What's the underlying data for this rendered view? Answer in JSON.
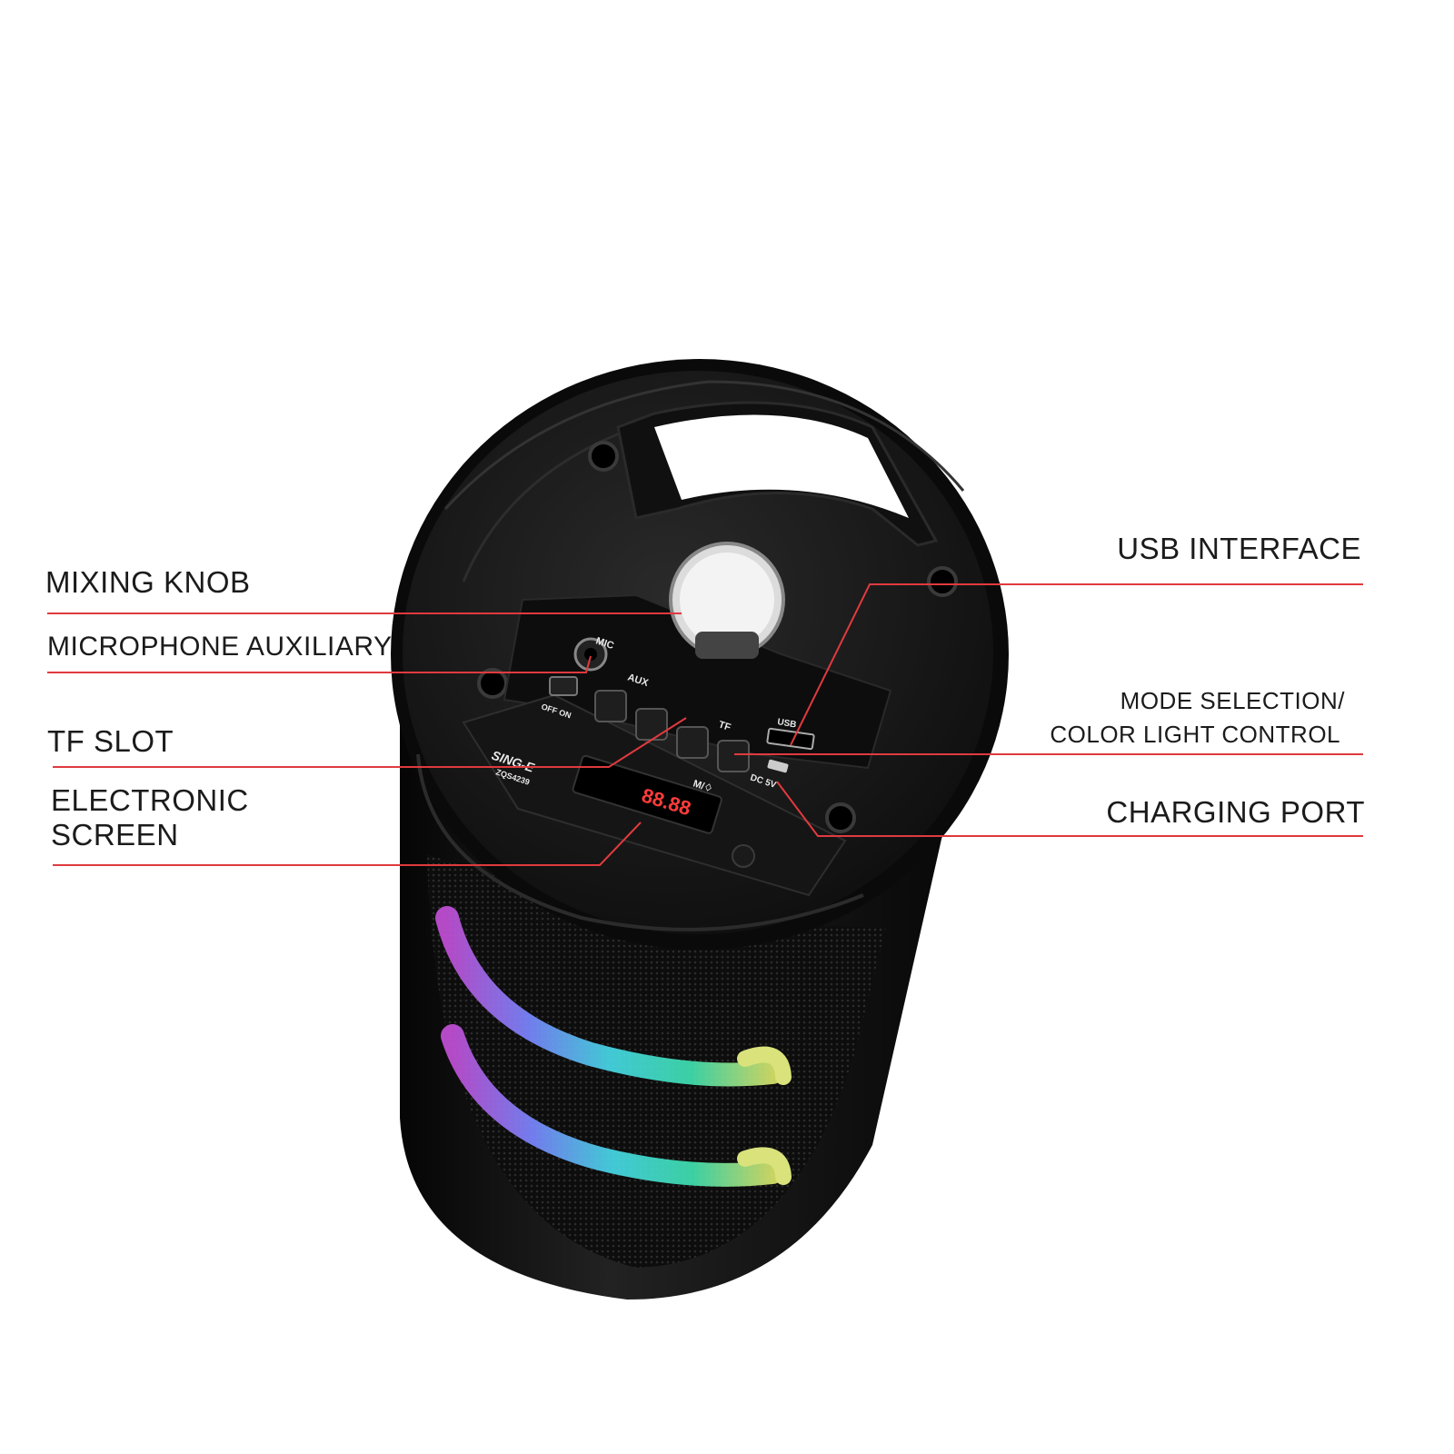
{
  "callouts": {
    "mixing_knob": "MIXING KNOB",
    "microphone_auxiliary": "MICROPHONE  AUXILIARY",
    "tf_slot": "TF SLOT",
    "electronic_screen_line1": "ELECTRONIC",
    "electronic_screen_line2": "SCREEN",
    "usb_interface": "USB INTERFACE",
    "mode_selection_line1": "MODE SELECTION/",
    "mode_selection_line2": "COLOR LIGHT CONTROL",
    "charging_port": "CHARGING PORT"
  },
  "panel": {
    "mic": "MIC",
    "aux": "AUX",
    "off_on": "OFF ON",
    "tf": "TF",
    "usb": "USB",
    "dc": "DC 5V",
    "mode_button": "M/♢",
    "brand": "SING-E",
    "model": "ZQS4239",
    "display": "88.88"
  },
  "colors": {
    "leader_line": "#e03a3e",
    "speaker_body": "#121212",
    "display_red": "#ff3b3b"
  }
}
